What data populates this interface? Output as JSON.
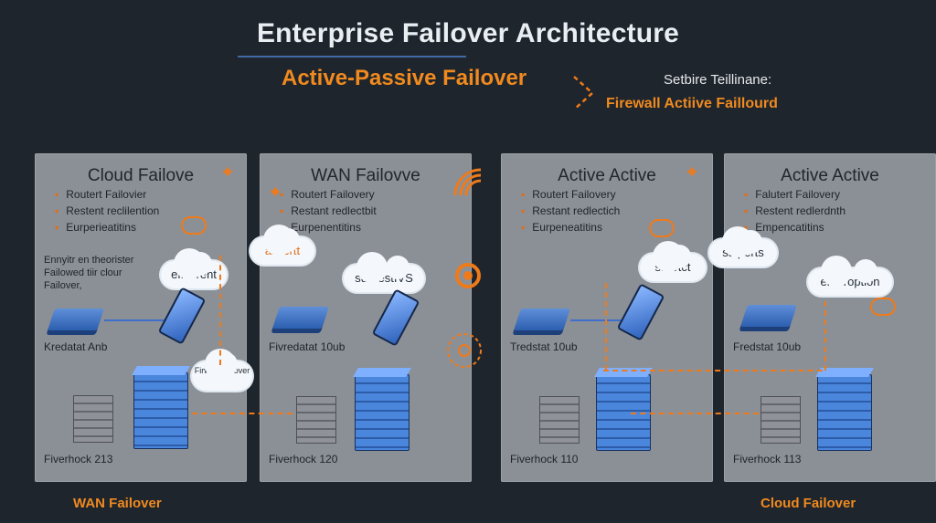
{
  "header": {
    "title": "Enterprise Failover Architecture",
    "subtitle": "Active-Passive Failover",
    "side_note_1": "Setbire Teillinane:",
    "side_note_2": "Firewall Actiive Faillourd"
  },
  "panels": [
    {
      "title": "Cloud Failove",
      "bullets": [
        "Routert Failovier",
        "Restent reclilention",
        "Eurperieatitins"
      ],
      "description": "Ennyitr en theorister Failowed tiir clour Failover,",
      "device_label": "Kredatat Anb",
      "footer_label": "Fiverhock 213",
      "cloud_label": "eflocrent",
      "extra_cloud": "Firwald failover"
    },
    {
      "title": "WAN Failovve",
      "bullets": [
        "Routert Failovery",
        "Restant redlectbit",
        "Eurpenentitins"
      ],
      "device_label": "Fivredatat 10ub",
      "footer_label": "Fiverhock 120",
      "cloud_label": "alivertt",
      "extra_cloud": "surdestIVS"
    },
    {
      "title": "Active Active",
      "bullets": [
        "Routert Failovery",
        "Restant redlectich",
        "Eurpeneatitins"
      ],
      "device_label": "Tredstat 10ub",
      "footer_label": "Fiverhock 110",
      "cloud_label": "shartct"
    },
    {
      "title": "Active Active",
      "bullets": [
        "Falutert Failovery",
        "Restent redlerdnth",
        "Empencatitins"
      ],
      "device_label": "Fredstat 10ub",
      "footer_label": "Fiverhock 113",
      "cloud_label": "salperts",
      "extra_cloud": "enteroption"
    }
  ],
  "footer": {
    "left": "WAN Failover",
    "right": "Cloud Failover"
  },
  "colors": {
    "background": "#1f252c",
    "panel": "#8b9097",
    "accent_orange": "#f08a1f",
    "accent_blue": "#3e6fcd"
  }
}
